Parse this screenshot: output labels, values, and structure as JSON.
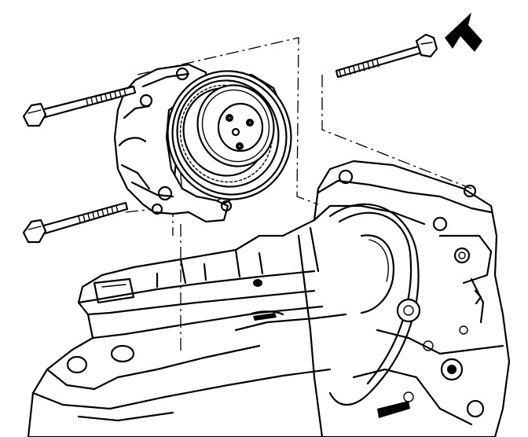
{
  "diagram": {
    "colors": {
      "line": "#000000",
      "background": "#ffffff"
    },
    "parts": [
      {
        "name": "direction-arrow-icon"
      },
      {
        "name": "water-pump"
      },
      {
        "name": "water-pump-gasket"
      },
      {
        "name": "pump-bolt"
      },
      {
        "name": "engine-block"
      },
      {
        "name": "installation-guide-lines"
      }
    ]
  }
}
